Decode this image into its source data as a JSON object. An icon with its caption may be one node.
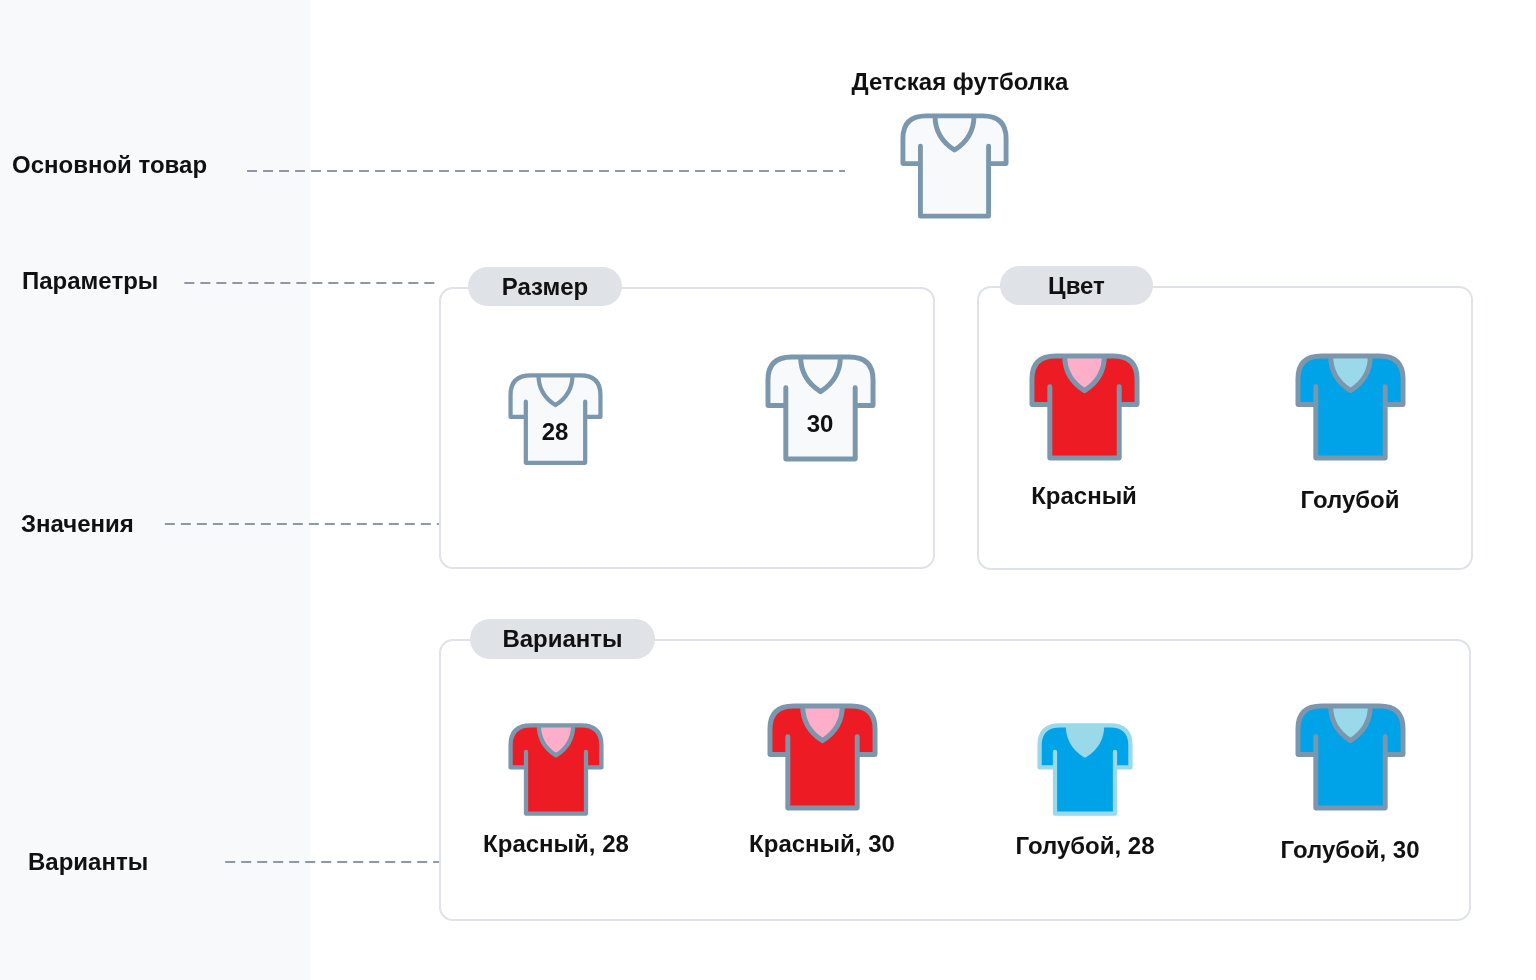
{
  "diagram": {
    "nodes": [
      {
        "text": [
          "Детская футболка"
        ]
      },
      {
        "text": [
          "Основной товар"
        ]
      },
      {
        "text": [
          "Параметры"
        ]
      },
      {
        "text": [
          "Размер"
        ]
      },
      {
        "text": [
          "28"
        ],
        "in": 3
      },
      {
        "text": [
          "30"
        ],
        "in": 3
      },
      {
        "text": [
          "Цвет"
        ]
      },
      {
        "text": [
          "Красный"
        ],
        "in": 6
      },
      {
        "text": [
          "Голубой"
        ],
        "in": 6
      },
      {
        "text": [
          "Значения"
        ]
      },
      {
        "text": [
          "Варианты"
        ]
      },
      {
        "text": [
          "Варианты"
        ]
      },
      {
        "text": [
          "Красный, 28"
        ],
        "in": 11
      },
      {
        "text": [
          "Красный, 30"
        ],
        "in": 11
      },
      {
        "text": [
          "Голубой, 28"
        ],
        "in": 11
      },
      {
        "text": [
          "Голубой, 30"
        ],
        "in": 11
      }
    ],
    "edges": [
      {
        "from": 1,
        "to": 0,
        "arrow": "none",
        "style": "dashed"
      },
      {
        "from": 2,
        "to": 3,
        "arrow": "none",
        "style": "dashed"
      },
      {
        "from": 9,
        "to": 3,
        "arrow": "none",
        "style": "dashed"
      },
      {
        "from": 10,
        "to": 11,
        "arrow": "none",
        "style": "dashed"
      }
    ]
  }
}
